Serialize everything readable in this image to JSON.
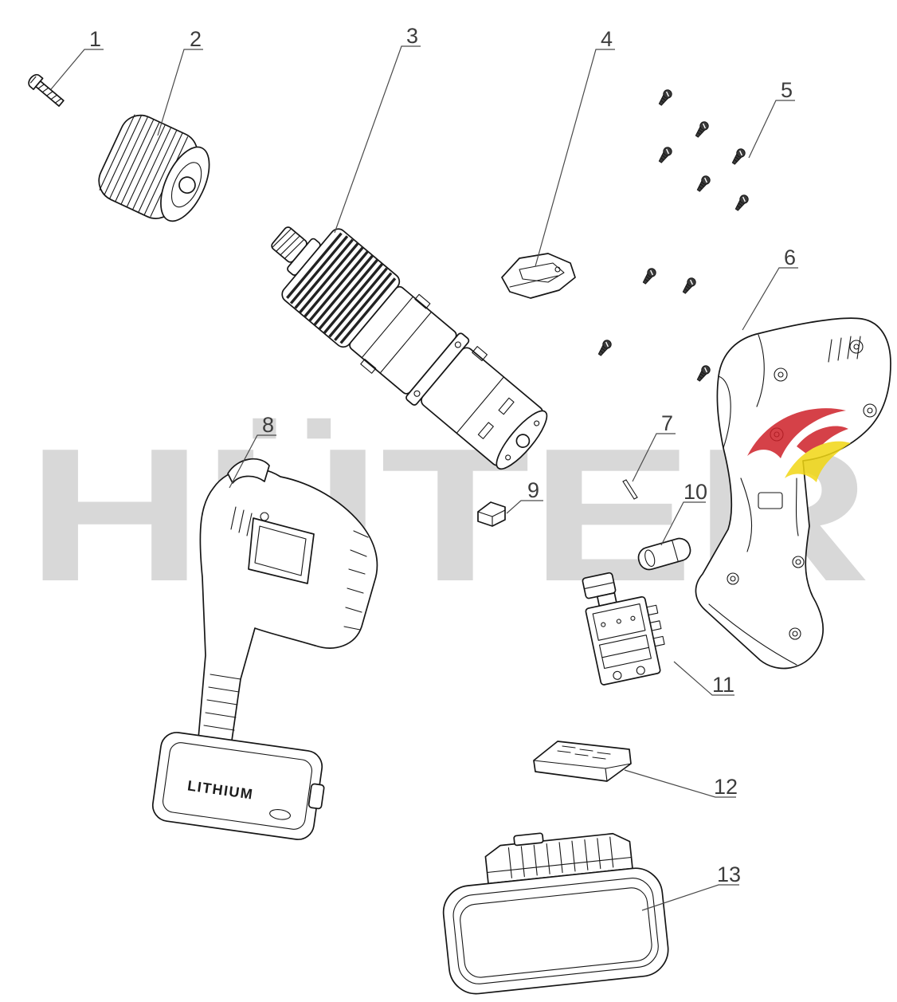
{
  "diagram": {
    "watermark": {
      "text": "HÜTER",
      "color": "#d8d8d8"
    },
    "logo": {
      "red": "#ce2129",
      "yellow": "#f1d713"
    },
    "housing_text": "LITHIUM",
    "labels": [
      "1",
      "2",
      "3",
      "4",
      "5",
      "6",
      "7",
      "8",
      "9",
      "10",
      "11",
      "12",
      "13"
    ]
  }
}
